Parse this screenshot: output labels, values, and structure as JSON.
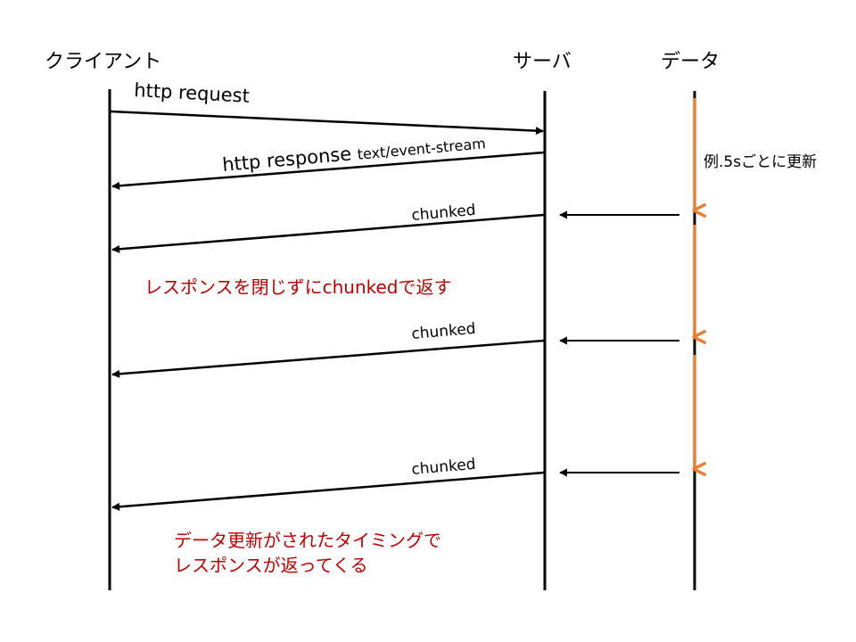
{
  "participants": {
    "client": "クライアント",
    "server": "サーバ",
    "data": "データ"
  },
  "messages": {
    "request": "http request",
    "response": "http response",
    "response_type": "text/event-stream",
    "chunk_1": "chunked",
    "chunk_2": "chunked",
    "chunk_3": "chunked"
  },
  "notes": {
    "data_interval": "例.5sごとに更新",
    "chunked_note": "レスポンスを閉じずにchunkedで返す",
    "timing_note_line1": "データ更新がされたタイミングで",
    "timing_note_line2": "レスポンスが返ってくる"
  },
  "colors": {
    "line": "#000000",
    "data_timeline": "#ed7d31",
    "note_text": "#c00000"
  }
}
